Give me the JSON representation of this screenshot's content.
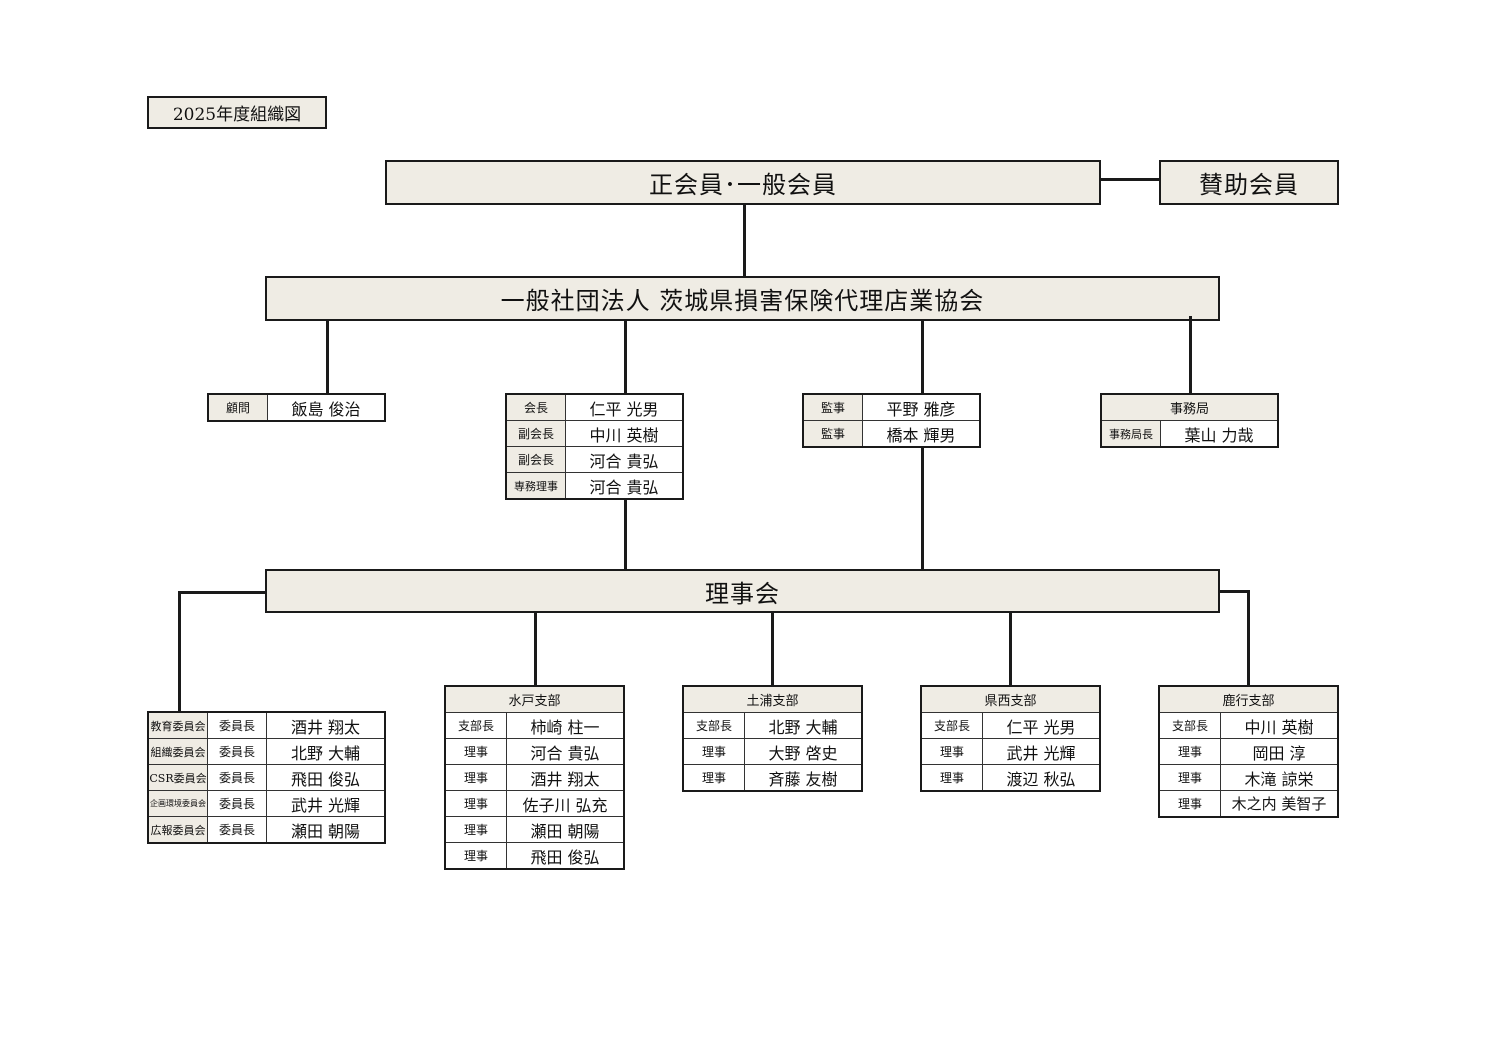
{
  "title": "2025年度組織図",
  "members": "正会員･一般会員",
  "supporters": "賛助会員",
  "association": "一般社団法人  茨城県損害保険代理店業協会",
  "board": "理事会",
  "advisor": {
    "role": "顧問",
    "name": "飯島  俊治"
  },
  "officers": [
    {
      "role": "会長",
      "name": "仁平  光男"
    },
    {
      "role": "副会長",
      "name": "中川  英樹"
    },
    {
      "role": "副会長",
      "name": "河合  貴弘"
    },
    {
      "role": "専務理事",
      "name": "河合  貴弘"
    }
  ],
  "auditors": [
    {
      "role": "監事",
      "name": "平野  雅彦"
    },
    {
      "role": "監事",
      "name": "橋本  輝男"
    }
  ],
  "secretariat": {
    "title": "事務局",
    "role": "事務局長",
    "name": "葉山  力哉"
  },
  "committees": [
    {
      "committee": "教育委員会",
      "role": "委員長",
      "name": "酒井  翔太"
    },
    {
      "committee": "組織委員会",
      "role": "委員長",
      "name": "北野  大輔"
    },
    {
      "committee": "CSR委員会",
      "role": "委員長",
      "name": "飛田  俊弘"
    },
    {
      "committee": "企画環境委員会",
      "role": "委員長",
      "name": "武井  光輝"
    },
    {
      "committee": "広報委員会",
      "role": "委員長",
      "name": "瀬田  朝陽"
    }
  ],
  "branches": [
    {
      "name": "水戸支部",
      "members": [
        {
          "role": "支部長",
          "name": "柿崎  柱一"
        },
        {
          "role": "理事",
          "name": "河合  貴弘"
        },
        {
          "role": "理事",
          "name": "酒井  翔太"
        },
        {
          "role": "理事",
          "name": "佐子川  弘充"
        },
        {
          "role": "理事",
          "name": "瀬田  朝陽"
        },
        {
          "role": "理事",
          "name": "飛田  俊弘"
        }
      ]
    },
    {
      "name": "土浦支部",
      "members": [
        {
          "role": "支部長",
          "name": "北野  大輔"
        },
        {
          "role": "理事",
          "name": "大野  啓史"
        },
        {
          "role": "理事",
          "name": "斉藤  友樹"
        }
      ]
    },
    {
      "name": "県西支部",
      "members": [
        {
          "role": "支部長",
          "name": "仁平  光男"
        },
        {
          "role": "理事",
          "name": "武井  光輝"
        },
        {
          "role": "理事",
          "name": "渡辺  秋弘"
        }
      ]
    },
    {
      "name": "鹿行支部",
      "members": [
        {
          "role": "支部長",
          "name": "中川  英樹"
        },
        {
          "role": "理事",
          "name": "岡田  淳"
        },
        {
          "role": "理事",
          "name": "木滝  諒栄"
        },
        {
          "role": "理事",
          "name": "木之内  美智子"
        }
      ]
    }
  ]
}
